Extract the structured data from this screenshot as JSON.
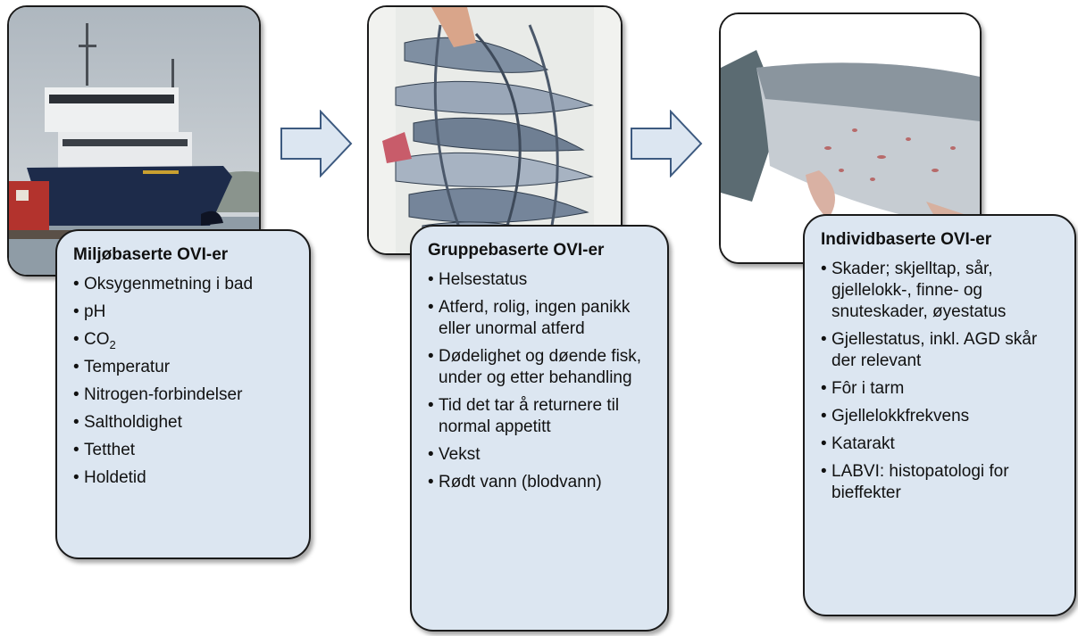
{
  "cards": [
    {
      "title": "Miljøbaserte OVI-er",
      "items": [
        "Oksygenmetning i bad",
        "pH",
        "CO",
        "Temperatur",
        "Nitrogen-forbindelser",
        "Saltholdighet",
        "Tetthet",
        "Holdetid"
      ],
      "co2_subscript": "2"
    },
    {
      "title": "Gruppebaserte OVI-er",
      "items": [
        "Helsestatus",
        "Atferd, rolig, ingen panikk eller unormal atferd",
        "Dødelighet og døende fisk, under og etter behandling",
        "Tid det tar å returnere til normal appetitt",
        "Vekst",
        "Rødt vann (blodvann)"
      ]
    },
    {
      "title": "Individbaserte OVI-er",
      "items": [
        "Skader; skjelltap, sår, gjellelokk-, finne- og snuteskader, øyestatus",
        "Gjellestatus, inkl. AGD skår der relevant",
        "Fôr i tarm",
        "Gjellelokkfrekvens",
        "Katarakt",
        "LABVI: histopatologi for bieffekter"
      ]
    }
  ],
  "photos": [
    "boat-photo",
    "fish-tub-photo",
    "salmon-skin-photo"
  ],
  "arrows": [
    "right-arrow-icon",
    "right-arrow-icon"
  ],
  "colors": {
    "card_fill": "#dce6f1",
    "arrow_fill": "#dce6f1",
    "border": "#1a1a1a"
  }
}
